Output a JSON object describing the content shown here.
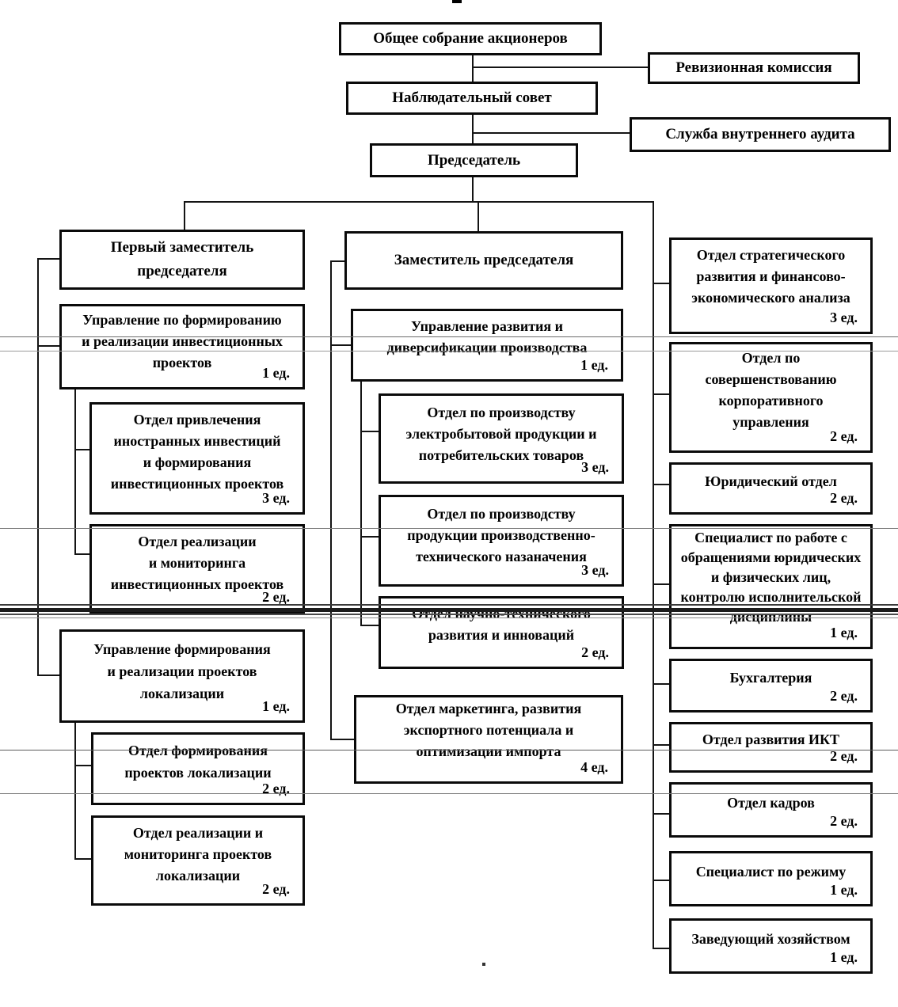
{
  "diagram": {
    "type": "organizational-chart",
    "unit_word": "ед.",
    "nodes": {
      "assembly": {
        "label": [
          "Общее собрание акционеров"
        ],
        "count": ""
      },
      "revision": {
        "label": [
          "Ревизионная комиссия"
        ],
        "count": ""
      },
      "supervisory": {
        "label": [
          "Наблюдательный совет"
        ],
        "count": ""
      },
      "internal_audit": {
        "label": [
          "Служба внутреннего аудита"
        ],
        "count": ""
      },
      "chairman": {
        "label": [
          "Председатель"
        ],
        "count": ""
      },
      "first_deputy": {
        "label": [
          "Первый заместитель",
          "председателя"
        ],
        "count": ""
      },
      "upr_invest": {
        "label": [
          "Управление по формированию",
          "и реализации инвестиционных",
          "проектов"
        ],
        "count": "1 ед."
      },
      "otdel_privl": {
        "label": [
          "Отдел привлечения",
          "иностранных инвестиций",
          "и формирования",
          "инвестиционных проектов"
        ],
        "count": "3 ед."
      },
      "otdel_real_invest": {
        "label": [
          "Отдел реализации",
          "и мониторинга",
          "инвестиционных проектов"
        ],
        "count": "2 ед."
      },
      "upr_lokaliz": {
        "label": [
          "Управление формирования",
          "и реализации проектов",
          "локализации"
        ],
        "count": "1 ед."
      },
      "otdel_form_lokaliz": {
        "label": [
          "Отдел формирования",
          "проектов локализации"
        ],
        "count": "2 ед."
      },
      "otdel_real_lokaliz": {
        "label": [
          "Отдел реализации и",
          "мониторинга проектов",
          "локализации"
        ],
        "count": "2 ед."
      },
      "deputy": {
        "label": [
          "Заместитель председателя"
        ],
        "count": ""
      },
      "upr_razv": {
        "label": [
          "Управление развития и",
          "диверсификации производства"
        ],
        "count": "1 ед."
      },
      "otdel_electro": {
        "label": [
          "Отдел по производству",
          "электробытовой продукции и",
          "потребительских товаров"
        ],
        "count": "3 ед."
      },
      "otdel_prod_tech": {
        "label": [
          "Отдел по производству",
          "продукции производственно-",
          "технического назаначения"
        ],
        "count": "3 ед."
      },
      "otdel_nauch": {
        "label": [
          "Отдел научно-технического",
          "развития и инноваций"
        ],
        "count": "2 ед."
      },
      "otdel_marketing": {
        "label": [
          "Отдел маркетинга, развития",
          "экспортного потенциала и",
          "оптимизации импорта"
        ],
        "count": "4 ед."
      },
      "strategic": {
        "label": [
          "Отдел стратегического",
          "развития и финансово-",
          "экономического анализа"
        ],
        "count": "3 ед."
      },
      "corp": {
        "label": [
          "Отдел по",
          "совершенствованию",
          "корпоративного",
          "управления"
        ],
        "count": "2 ед."
      },
      "legal": {
        "label": [
          "Юридический отдел"
        ],
        "count": "2 ед."
      },
      "specialist_appeals": {
        "label": [
          "Специалист по работе с",
          "обращениями юридических",
          "и физических лиц,",
          "контролю исполнительской",
          "дисциплины"
        ],
        "count": "1 ед."
      },
      "accounting": {
        "label": [
          "Бухгалтерия"
        ],
        "count": "2 ед."
      },
      "ikt": {
        "label": [
          "Отдел развития ИКТ"
        ],
        "count": "2 ед."
      },
      "hr": {
        "label": [
          "Отдел кадров"
        ],
        "count": "2 ед."
      },
      "regime": {
        "label": [
          "Специалист по режиму"
        ],
        "count": "1 ед."
      },
      "household": {
        "label": [
          "Заведующий хозяйством"
        ],
        "count": "1 ед."
      }
    },
    "edges": [
      [
        "assembly",
        "revision"
      ],
      [
        "assembly",
        "supervisory"
      ],
      [
        "supervisory",
        "internal_audit"
      ],
      [
        "supervisory",
        "chairman"
      ],
      [
        "chairman",
        "first_deputy"
      ],
      [
        "chairman",
        "deputy"
      ],
      [
        "chairman",
        "strategic"
      ],
      [
        "chairman",
        "corp"
      ],
      [
        "chairman",
        "legal"
      ],
      [
        "chairman",
        "specialist_appeals"
      ],
      [
        "chairman",
        "accounting"
      ],
      [
        "chairman",
        "ikt"
      ],
      [
        "chairman",
        "hr"
      ],
      [
        "chairman",
        "regime"
      ],
      [
        "chairman",
        "household"
      ],
      [
        "first_deputy",
        "upr_invest"
      ],
      [
        "upr_invest",
        "otdel_privl"
      ],
      [
        "upr_invest",
        "otdel_real_invest"
      ],
      [
        "first_deputy",
        "upr_lokaliz"
      ],
      [
        "upr_lokaliz",
        "otdel_form_lokaliz"
      ],
      [
        "upr_lokaliz",
        "otdel_real_lokaliz"
      ],
      [
        "deputy",
        "upr_razv"
      ],
      [
        "upr_razv",
        "otdel_electro"
      ],
      [
        "upr_razv",
        "otdel_prod_tech"
      ],
      [
        "upr_razv",
        "otdel_nauch"
      ],
      [
        "deputy",
        "otdel_marketing"
      ]
    ]
  }
}
